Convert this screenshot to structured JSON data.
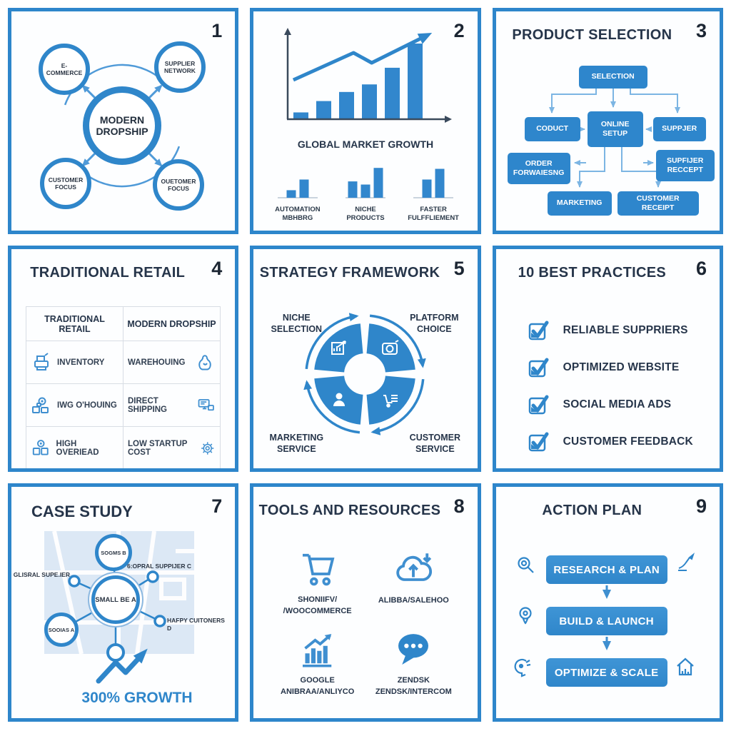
{
  "colors": {
    "primary_blue": "#2f86ca",
    "border_blue": "#2e86cb",
    "arrow_light_blue": "#7cb5e3",
    "title_dark": "#26354a",
    "map_light_blue": "#dce8f5",
    "table_border_gray": "#d8dde4"
  },
  "panels": [
    {
      "number": "1",
      "center_label": "MODERN DROPSHIP",
      "satellites": {
        "top_left": "E-COMMERCE",
        "top_right": "SUPPLIER NETWORK",
        "bottom_left": "CUSTOMER FOCUS",
        "bottom_right": "OUETOMER FOCUS"
      }
    },
    {
      "number": "2",
      "caption": "GLOBAL MARKET GROWTH",
      "mini_labels": [
        [
          "AUTOMATION",
          "MBHBRG"
        ],
        [
          "NICHE",
          "PRODUCTS"
        ],
        [
          "FASTER",
          "FULFFLIEMENT"
        ]
      ]
    },
    {
      "number": "3",
      "title": "PRODUCT SELECTION",
      "boxes": {
        "top": "SELECTION",
        "left": "CODUCT",
        "center": "ONLINE SETUP",
        "right": "SUPPJER",
        "mid_left": "ORDER FORWAIESNG",
        "mid_right": "SUPFIJER RECCEPT",
        "bottom_left": "MARKETING",
        "bottom_right": "CUSTOMER RECEIPT"
      }
    },
    {
      "number": "4",
      "title": "TRADITIONAL RETAIL",
      "table": {
        "headers": [
          "TRADITIONAL RETAIL",
          "MODERN DROPSHIP"
        ],
        "rows": [
          {
            "left": "INVENTORY",
            "right": "WAREHOUING"
          },
          {
            "left": "IWG O'HOUING",
            "right": "DIRECT SHIPPING"
          },
          {
            "left": "HIGH OVERIEAD",
            "right": "LOW STARTUP COST"
          }
        ]
      }
    },
    {
      "number": "5",
      "title": "STRATEGY FRAMEWORK",
      "labels": {
        "top_left": "NICHE SELECTION",
        "top_right": "PLATFORM CHOICE",
        "bottom_left": "MARKETING SERVICE",
        "bottom_right": "CUSTOMER SERVICE"
      }
    },
    {
      "number": "6",
      "title": "10 BEST PRACTICES",
      "items": [
        "RELIABLE SUPPRIERS",
        "OPTIMIZED WEBSITE",
        "SOCIAL MEDIA ADS",
        "CUSTOMER FEEDBACK"
      ]
    },
    {
      "number": "7",
      "title": "CASE STUDY",
      "center_label": "SMALL BE A",
      "nodes": {
        "top": "SOGMS B",
        "left": "GLISRAL SUPE.IER",
        "top_right": "6:OPRAL SUPPIJER C",
        "bottom_left": "SOOIAS A",
        "right": "HAFPY CUITONERS D"
      },
      "growth_label": "300% GROWTH"
    },
    {
      "number": "8",
      "title": "TOOLS AND RESOURCES",
      "tools": [
        {
          "lines": [
            "SHONIIFV/",
            "/WOOCOMMERCE"
          ]
        },
        {
          "lines": [
            "ALIBBA/SALEHOO",
            ""
          ]
        },
        {
          "lines": [
            "GOOGLE",
            "ANIBRAA/ANLIYCO"
          ]
        },
        {
          "lines": [
            "ZENDSK",
            "ZENDSK/INTERCOM"
          ]
        }
      ]
    },
    {
      "number": "9",
      "title": "ACTION PLAN",
      "steps": [
        "RESEARCH & PLAN",
        "BUILD & LAUNCH",
        "OPTIMIZE & SCALE"
      ]
    }
  ],
  "chart_data": [
    {
      "type": "bar",
      "title": "GLOBAL MARKET GROWTH",
      "values": [
        9,
        24,
        36,
        46,
        68,
        100
      ],
      "trend_points": [
        [
          2,
          62
        ],
        [
          45,
          24
        ],
        [
          58,
          38
        ],
        [
          97,
          0
        ]
      ],
      "ylim": [
        0,
        100
      ]
    },
    {
      "type": "bar",
      "title": "AUTOMATION MBHBRG",
      "values": [
        24,
        58
      ]
    },
    {
      "type": "bar",
      "title": "NICHE PRODUCTS",
      "values": [
        52,
        42,
        95
      ]
    },
    {
      "type": "bar",
      "title": "FASTER FULFFLIEMENT",
      "values": [
        58,
        92
      ]
    }
  ]
}
